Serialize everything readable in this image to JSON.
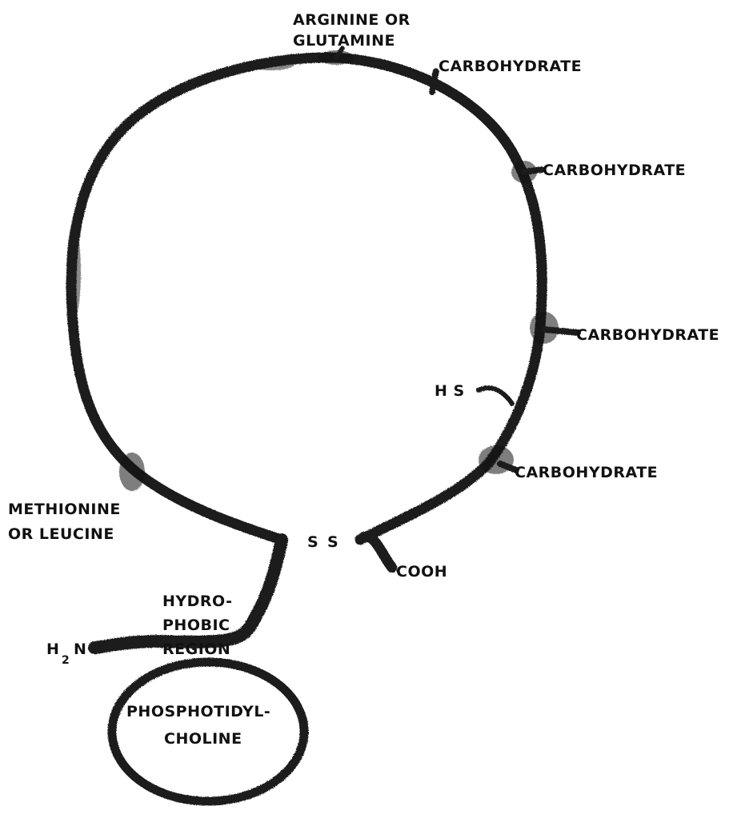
{
  "diagram": {
    "labels": {
      "arginine_line1": "ARGININE OR",
      "arginine_line2": "GLUTAMINE",
      "carbohydrate_1": "CARBOHYDRATE",
      "carbohydrate_2": "CARBOHYDRATE",
      "carbohydrate_3": "CARBOHYDRATE",
      "carbohydrate_4": "CARBOHYDRATE",
      "hs": "H S",
      "methionine_line1": "METHIONINE",
      "methionine_line2": "OR LEUCINE",
      "ss_left": "S",
      "ss_right": "S",
      "cooh": "COOH",
      "hydrophobic_line1": "HYDRO-",
      "hydrophobic_line2": "PHOBIC",
      "hydrophobic_line3": "REGION",
      "h2n_h": "H",
      "h2n_sub": "2",
      "h2n_n": "N",
      "phospho_line1": "PHOSPHOTIDYL-",
      "phospho_line2": "CHOLINE"
    },
    "colors": {
      "ink": "#1a1a1a",
      "background": "#ffffff"
    }
  }
}
